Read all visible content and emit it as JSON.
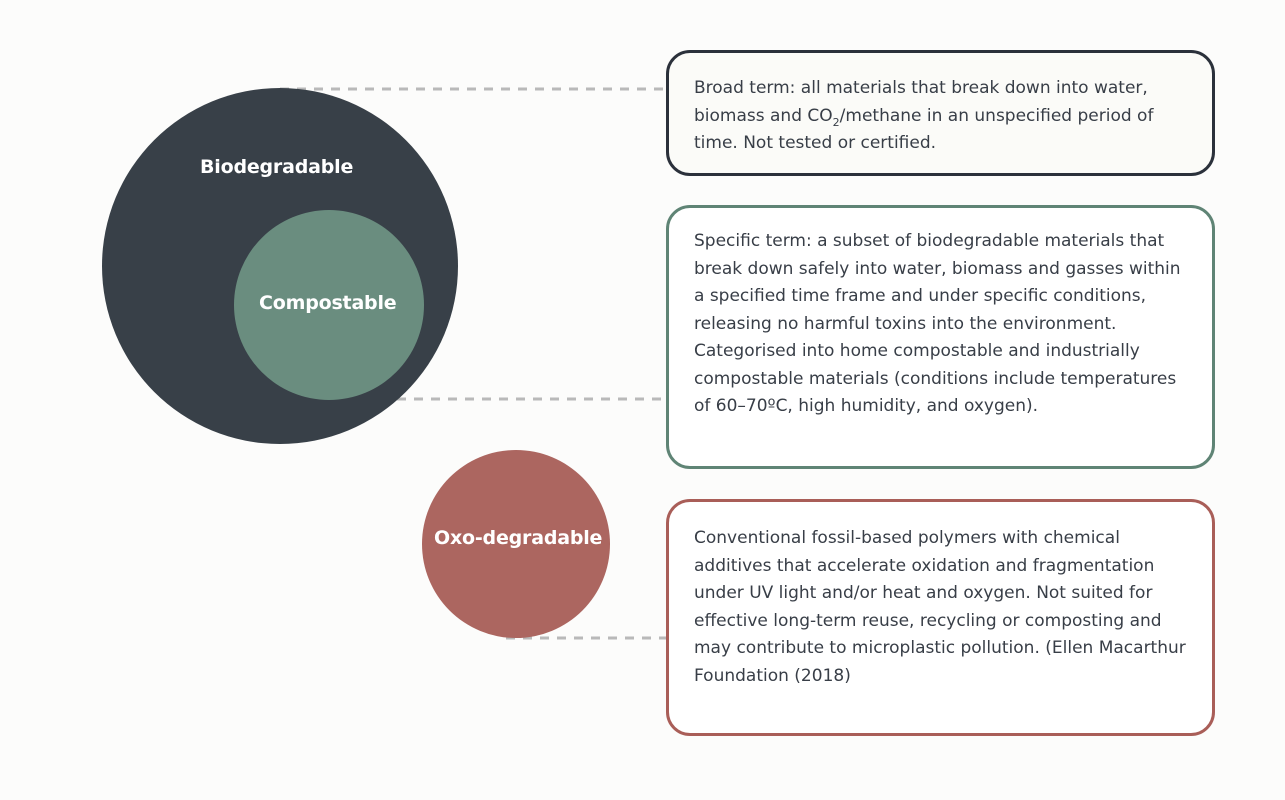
{
  "diagram": {
    "circles": {
      "biodegradable": {
        "label": "Biodegradable",
        "color": "#384048"
      },
      "compostable": {
        "label": "Compostable",
        "color": "#6a8d7f"
      },
      "oxo_degradable": {
        "label": "Oxo-degradable",
        "color": "#ac6660"
      }
    },
    "definitions": {
      "biodegradable": {
        "before_subscript": "Broad term: all materials that break down into water, biomass and CO",
        "subscript": "2",
        "after_subscript": "/methane in an unspecified period of time. Not tested or certified.",
        "border_color": "#2b313b"
      },
      "compostable": {
        "text": "Specific term: a subset of biodegradable materials that break down safely into water, biomass and gasses within a specified time frame and under specific conditions, releasing no harmful toxins into the environment. Categorised into home compostable and industrially compostable materials (conditions include temperatures of 60–70ºC, high humidity, and oxygen).",
        "border_color": "#5f8475"
      },
      "oxo_degradable": {
        "text": "Conventional fossil-based polymers with chemical additives that accelerate oxidation and fragmentation under UV light and/or heat and oxygen. Not suited for effective long-term reuse, recycling or composting and may contribute to microplastic pollution. (Ellen Macarthur Foundation (2018)",
        "border_color": "#a95e58"
      }
    },
    "connector_color": "#b9b9b9"
  }
}
